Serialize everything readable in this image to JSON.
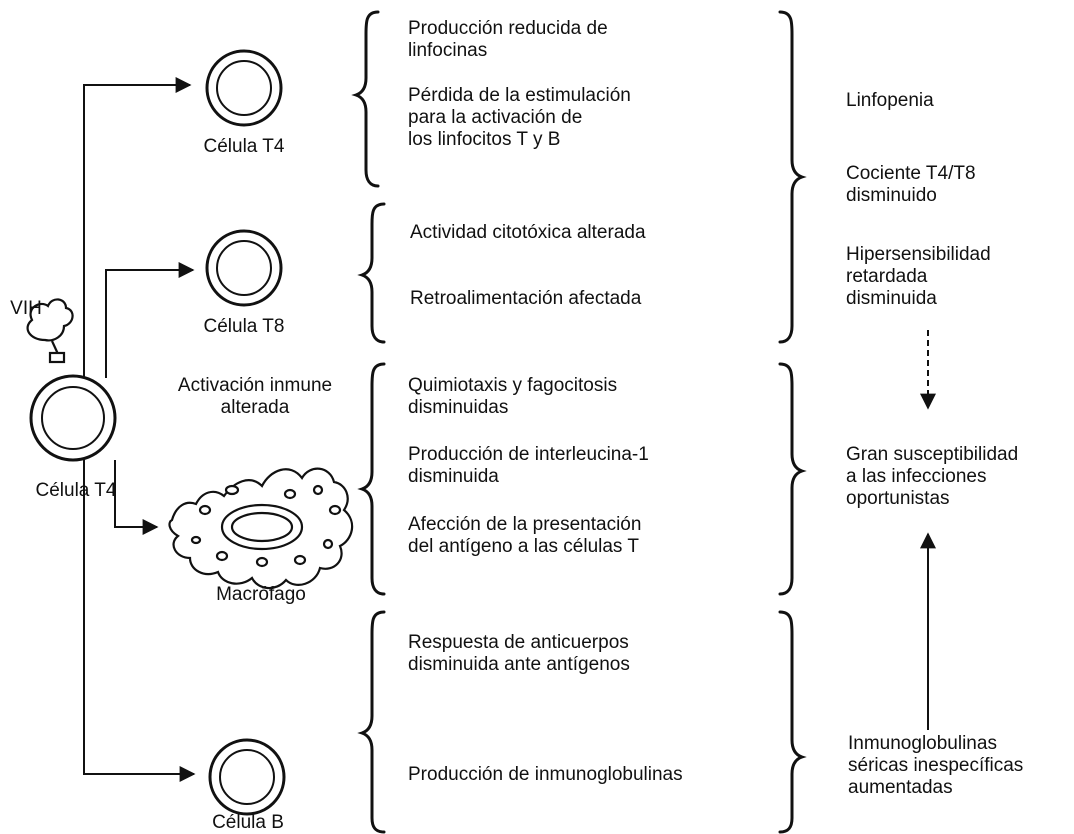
{
  "virus_label": "VIH",
  "source_cell_label": "Célula T4",
  "cells": {
    "t4": "Célula T4",
    "t8": "Célula T8",
    "macrophage_caption": "Activación inmune\nalterada",
    "macrophage": "Macrófago",
    "b": "Célula B"
  },
  "groups": {
    "t4": [
      "Producción reducida de\nlinfocinas",
      "Pérdida de la estimulación\npara la activación de\nlos linfocitos T y B"
    ],
    "t8": [
      "Actividad citotóxica alterada",
      "Retroalimentación afectada"
    ],
    "macrophage": [
      "Quimiotaxis y fagocitosis\ndisminuidas",
      "Producción de interleucina-1\ndisminuida",
      "Afección de la presentación\ndel antígeno a las células T"
    ],
    "b": [
      "Respuesta de anticuerpos\ndisminuida ante antígenos",
      "Producción de inmunoglobulinas"
    ]
  },
  "outcomes": {
    "lymphopenia": "Linfopenia",
    "ratio": "Cociente T4/T8\ndisminuido",
    "hypersensitivity": "Hipersensibilidad\nretardada\ndisminuida",
    "susceptibility": "Gran susceptibilidad\na las infecciones\noportunistas",
    "immunoglobulins": "Inmunoglobulinas\nséricas inespecíficas\naumentadas"
  }
}
